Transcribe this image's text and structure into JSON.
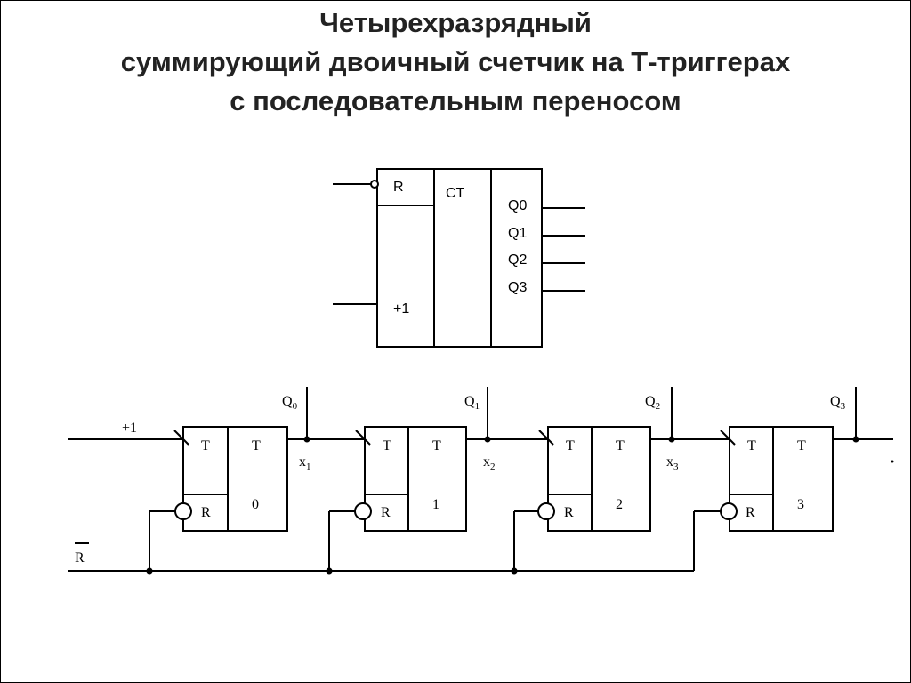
{
  "title": {
    "line1": "Четырехразрядный",
    "line2": "суммирующий двоичный счетчик на Т-триггерах",
    "line3": "с последовательным переносом"
  },
  "symbol": {
    "reset_label": "R",
    "function_label": "CT",
    "count_label": "+1",
    "outputs": [
      "Q0",
      "Q1",
      "Q2",
      "Q3"
    ]
  },
  "circuit": {
    "input_label": "+1",
    "reset_bus": {
      "label": "R",
      "overline": true
    },
    "output_letter": "Q",
    "output_indices": [
      "0",
      "1",
      "2",
      "3"
    ],
    "carry_letter": "x",
    "carry_indices": [
      "1",
      "2",
      "3"
    ],
    "flipflops": [
      {
        "t_in": "T",
        "r_in": "R",
        "type": "T",
        "index": "0"
      },
      {
        "t_in": "T",
        "r_in": "R",
        "type": "T",
        "index": "1"
      },
      {
        "t_in": "T",
        "r_in": "R",
        "type": "T",
        "index": "2"
      },
      {
        "t_in": "T",
        "r_in": "R",
        "type": "T",
        "index": "3"
      }
    ]
  }
}
